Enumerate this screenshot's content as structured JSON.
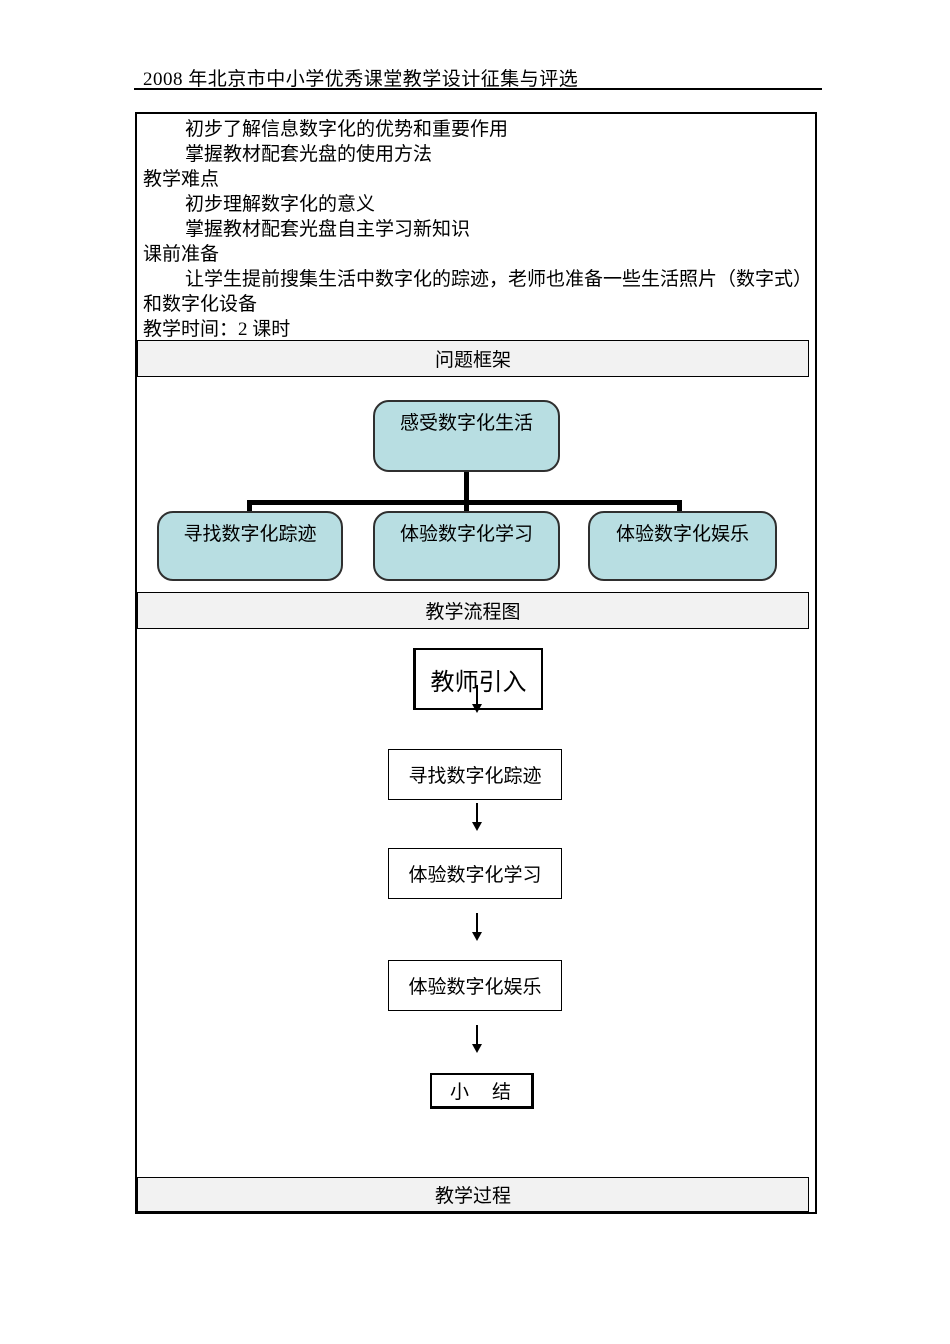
{
  "header": {
    "title": "2008 年北京市中小学优秀课堂教学设计征集与评选"
  },
  "colors": {
    "node_fill": "#b8dee2",
    "node_border": "#2f2f2f",
    "section_bg": "#f2f2f2",
    "line": "#000000"
  },
  "intro": {
    "lines": [
      {
        "text": "初步了解信息数字化的优势和重要作用",
        "indent": true
      },
      {
        "text": "掌握教材配套光盘的使用方法",
        "indent": true
      },
      {
        "text": "教学难点",
        "indent": false
      },
      {
        "text": "初步理解数字化的意义",
        "indent": true
      },
      {
        "text": "掌握教材配套光盘自主学习新知识",
        "indent": true
      },
      {
        "text": "课前准备",
        "indent": false
      },
      {
        "text": "让学生提前搜集生活中数字化的踪迹，老师也准备一些生活照片（数字式）",
        "indent": true
      },
      {
        "text": "和数字化设备",
        "indent": false
      },
      {
        "text": "教学时间：2 课时",
        "indent": false
      }
    ]
  },
  "sections": {
    "framework": "问题框架",
    "flow": "教学流程图",
    "process": "教学过程"
  },
  "framework_diagram": {
    "root": "感受数字化生活",
    "children": [
      "寻找数字化踪迹",
      "体验数字化学习",
      "体验数字化娱乐"
    ]
  },
  "flowchart": {
    "steps": [
      "教师引入",
      "寻找数字化踪迹",
      "体验数字化学习",
      "体验数字化娱乐",
      "小　结"
    ]
  }
}
